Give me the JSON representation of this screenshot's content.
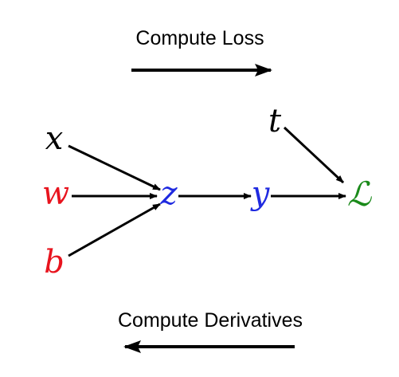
{
  "captions": {
    "forward": "Compute Loss",
    "backward": "Compute Derivatives"
  },
  "nodes": {
    "x": {
      "label": "x",
      "color": "#000000"
    },
    "w": {
      "label": "w",
      "color": "#e8141e"
    },
    "b": {
      "label": "b",
      "color": "#e8141e"
    },
    "z": {
      "label": "z",
      "color": "#1f2ae0"
    },
    "y": {
      "label": "y",
      "color": "#1f2ae0"
    },
    "t": {
      "label": "t",
      "color": "#000000"
    },
    "L": {
      "label": "ℒ",
      "color": "#1a8a1a"
    }
  },
  "edges": [
    {
      "from": "x",
      "to": "z"
    },
    {
      "from": "w",
      "to": "z"
    },
    {
      "from": "b",
      "to": "z"
    },
    {
      "from": "z",
      "to": "y"
    },
    {
      "from": "y",
      "to": "L"
    },
    {
      "from": "t",
      "to": "L"
    }
  ],
  "arrows": {
    "forward_direction": "right",
    "backward_direction": "left"
  }
}
